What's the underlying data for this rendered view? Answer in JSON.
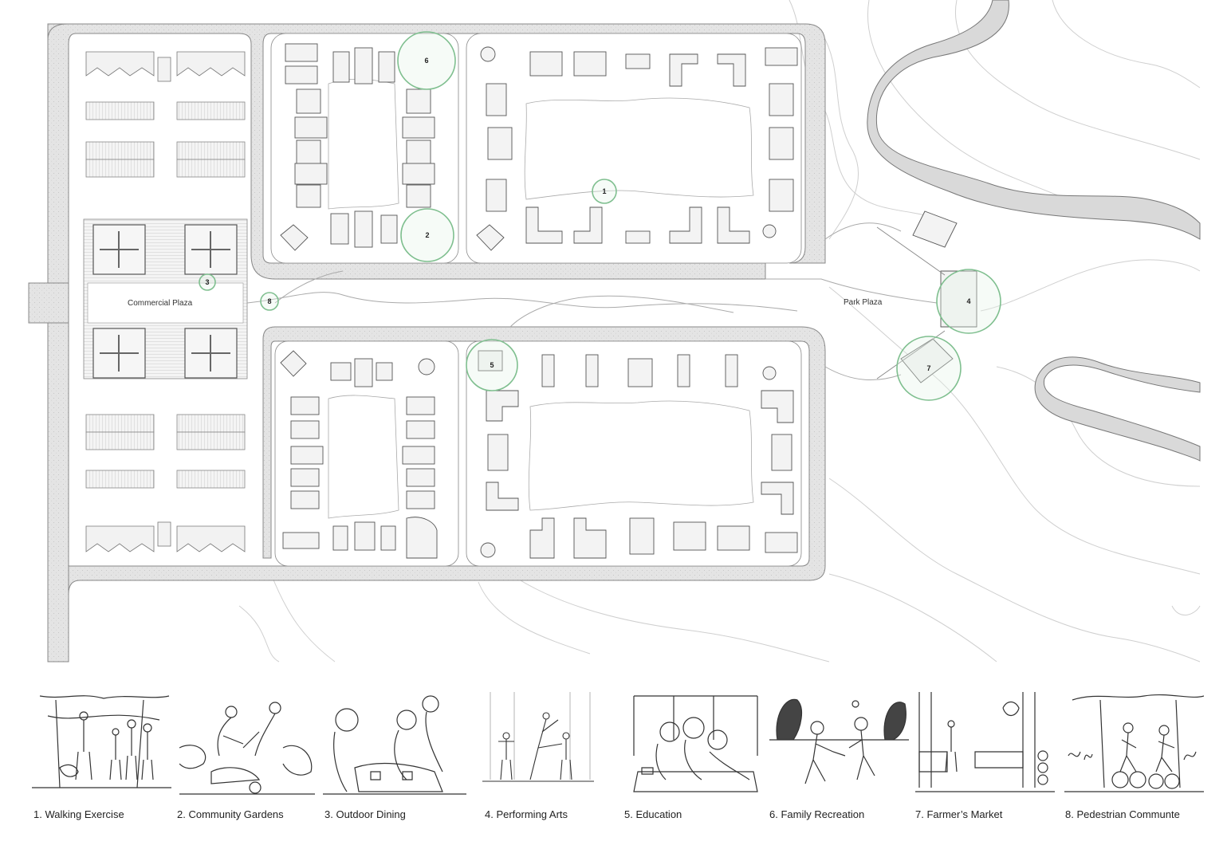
{
  "plan": {
    "labels": {
      "commercial_plaza": "Commercial Plaza",
      "park_plaza": "Park Plaza"
    },
    "markers": [
      {
        "id": "1"
      },
      {
        "id": "2"
      },
      {
        "id": "3"
      },
      {
        "id": "4"
      },
      {
        "id": "5"
      },
      {
        "id": "6"
      },
      {
        "id": "7"
      },
      {
        "id": "8"
      }
    ],
    "colors": {
      "marker_stroke": "#7fbf8f",
      "marker_fill": "#e6f3e8",
      "road": "#e6e6e6",
      "river": "#d6d6d6",
      "line": "#555555"
    }
  },
  "activities": [
    {
      "caption": "1. Walking Exercise"
    },
    {
      "caption": "2. Community Gardens"
    },
    {
      "caption": "3. Outdoor Dining"
    },
    {
      "caption": "4. Performing Arts"
    },
    {
      "caption": "5. Education"
    },
    {
      "caption": "6. Family Recreation"
    },
    {
      "caption": "7. Farmer’s Market"
    },
    {
      "caption": "8. Pedestrian Communte"
    }
  ]
}
